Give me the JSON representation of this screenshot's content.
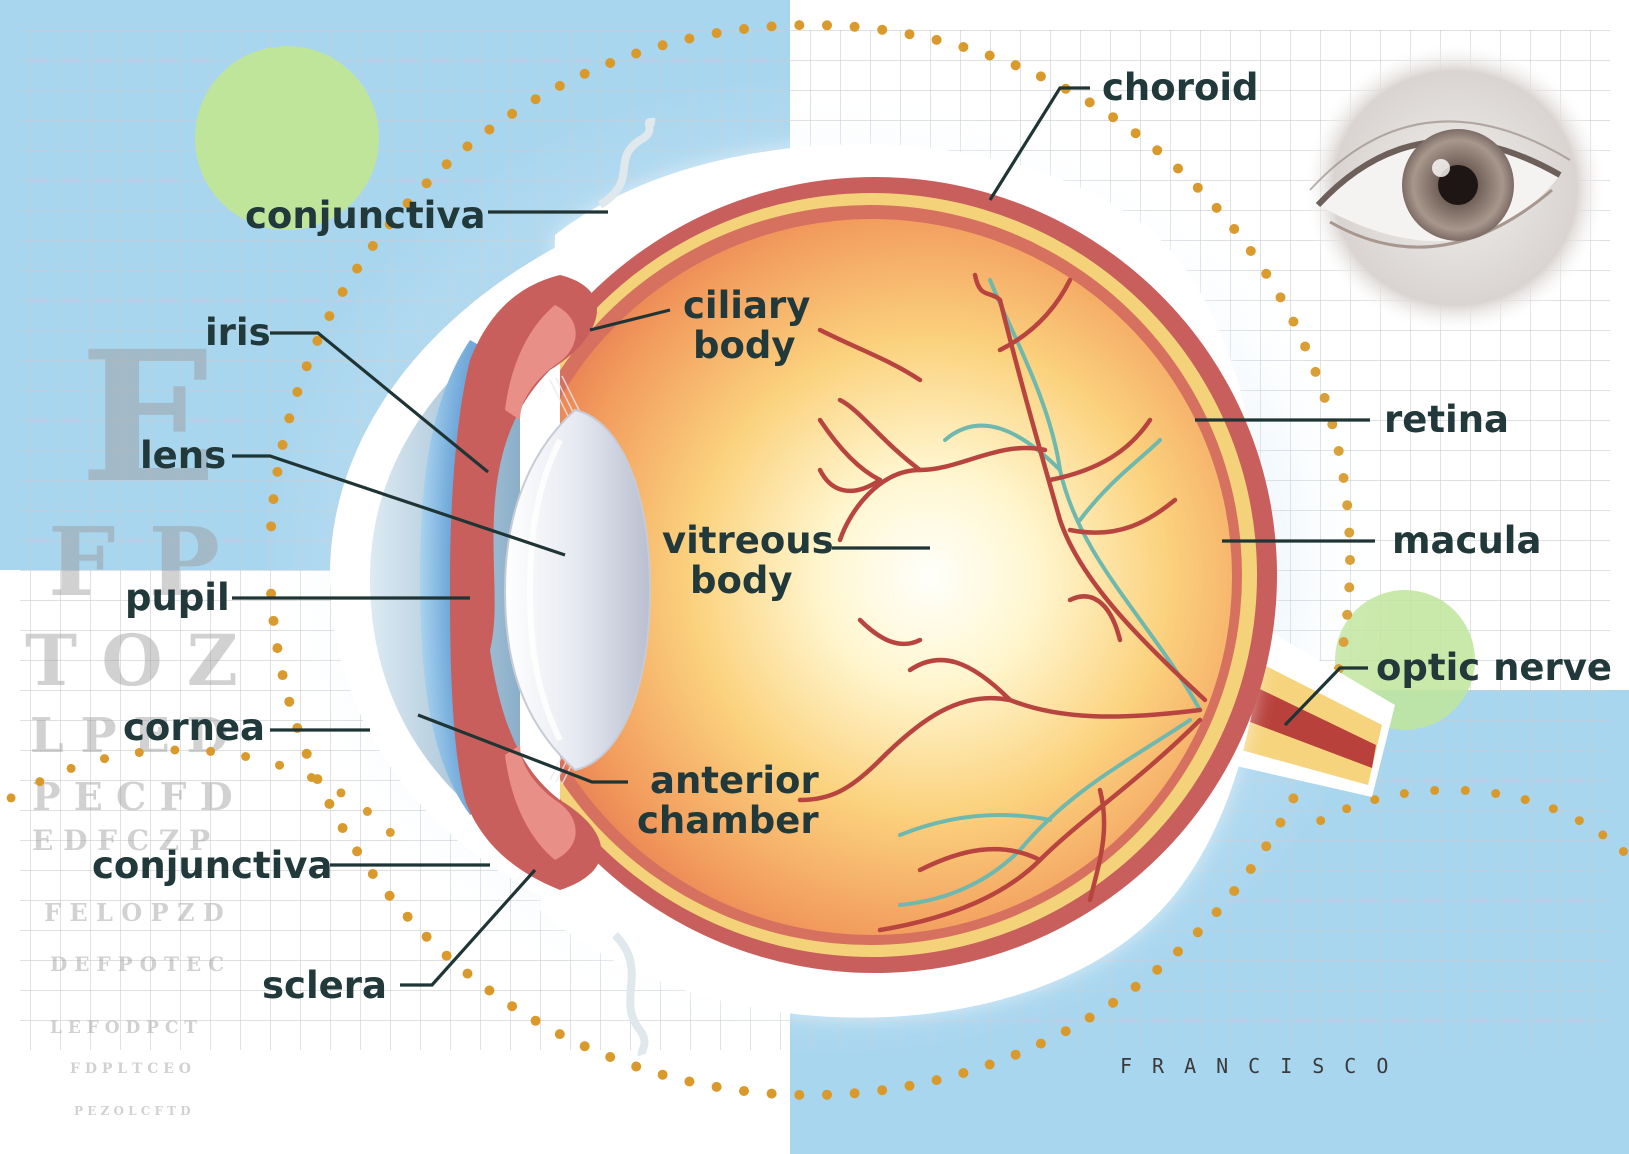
{
  "labels": {
    "conjunctiva_top": "conjunctiva",
    "iris": "iris",
    "lens": "lens",
    "pupil": "pupil",
    "cornea": "cornea",
    "conjunctiva_bottom": "conjunctiva",
    "sclera": "sclera",
    "ciliary_body_1": "ciliary",
    "ciliary_body_2": "body",
    "vitreous_body_1": "vitreous",
    "vitreous_body_2": "body",
    "anterior_chamber_1": "anterior",
    "anterior_chamber_2": "chamber",
    "choroid": "choroid",
    "retina": "retina",
    "macula": "macula",
    "optic_nerve": "optic nerve"
  },
  "eye_chart": {
    "rows": [
      "E",
      "F P",
      "T O Z",
      "L P E D",
      "P E C F D",
      "E D F C Z P",
      "F E L O P Z D",
      "D E F P O T E C",
      "L E F O D P C T",
      "F D P L T C E O",
      "P E Z O L C F T D"
    ]
  },
  "signature": "FRANCISCO",
  "colors": {
    "label_text": "#22393b",
    "leader_line": "#1f3434",
    "sclera": "#ffffff",
    "choroid": "#c95f5c",
    "retina": "#f3d27a",
    "vitreous_center": "#fffdf2",
    "vitreous_edge": "#f0a25c",
    "lens": "#e4e8ef",
    "iris": "#5b97cf",
    "pupil": "#151515",
    "arteries": "#b8443f",
    "veins": "#6fb8ae",
    "accent_blue": "#a8d6ee",
    "accent_green": "#bfe59b",
    "dots": "#d99a2b"
  },
  "icons": {
    "photo": "eye-photo-icon"
  }
}
